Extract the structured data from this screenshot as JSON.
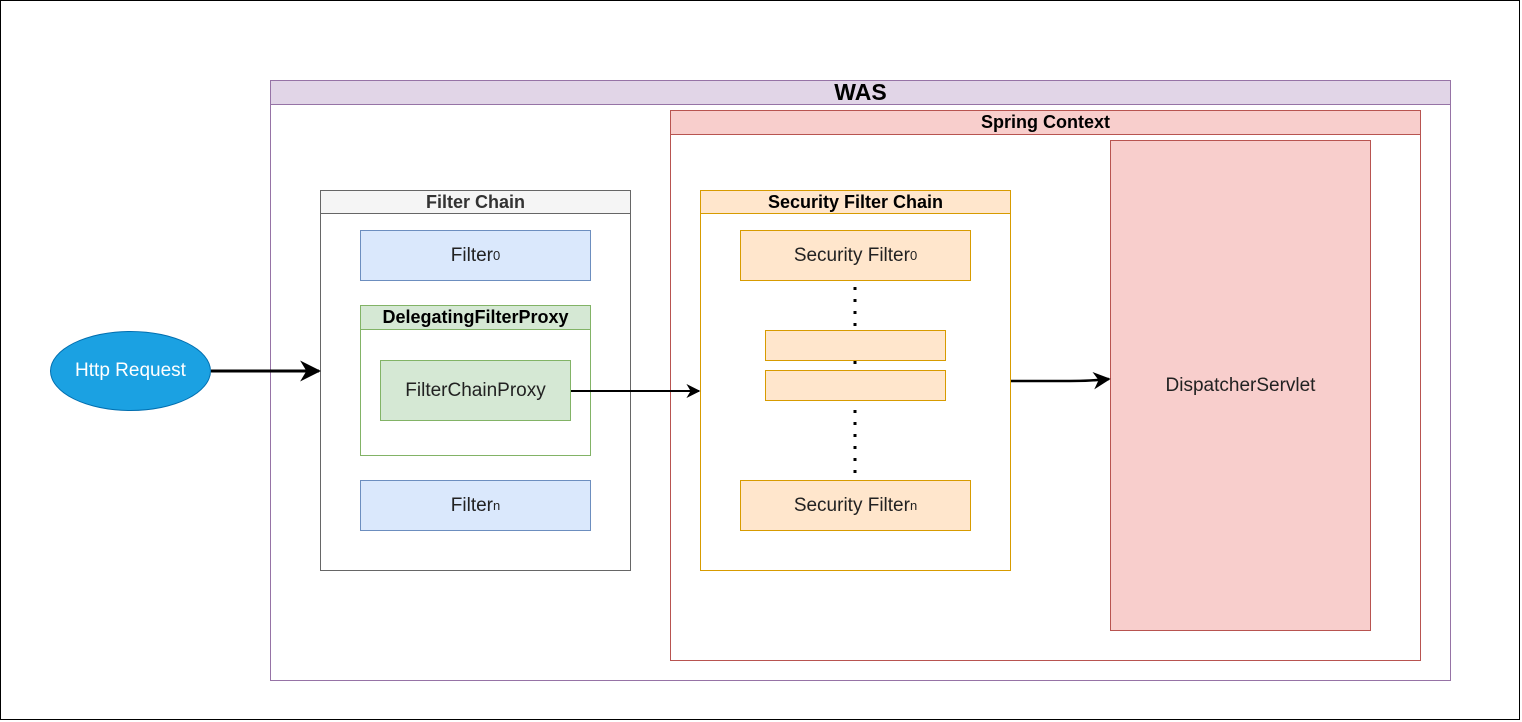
{
  "colors": {
    "was_border": "#9673a6",
    "was_header": "#e1d5e7",
    "spring_border": "#b85450",
    "spring_header": "#f8cecc",
    "filter_chain_border": "#666666",
    "filter_chain_header": "#f5f5f5",
    "filter_fill": "#dae8fc",
    "filter_border": "#6c8ebf",
    "proxy_fill": "#d5e8d4",
    "proxy_border": "#82b366",
    "security_fill": "#ffe6cc",
    "security_border": "#d79b00",
    "http_request_fill": "#1ba1e2",
    "http_request_border": "#006eaf"
  },
  "was": {
    "title": "WAS"
  },
  "spring_context": {
    "title": "Spring Context"
  },
  "filter_chain": {
    "title": "Filter Chain",
    "filter_first": {
      "name": "Filter",
      "sub": "0"
    },
    "delegating_proxy": {
      "title": "DelegatingFilterProxy",
      "inner": "FilterChainProxy"
    },
    "filter_last": {
      "name": "Filter",
      "sub": "n"
    }
  },
  "security_filter_chain": {
    "title": "Security Filter Chain",
    "filter_first": {
      "name": "Security Filter",
      "sub": "0"
    },
    "filter_last": {
      "name": "Security Filter",
      "sub": "n"
    }
  },
  "dispatcher_servlet": {
    "label": "DispatcherServlet"
  },
  "http_request": {
    "label": "Http Request"
  }
}
